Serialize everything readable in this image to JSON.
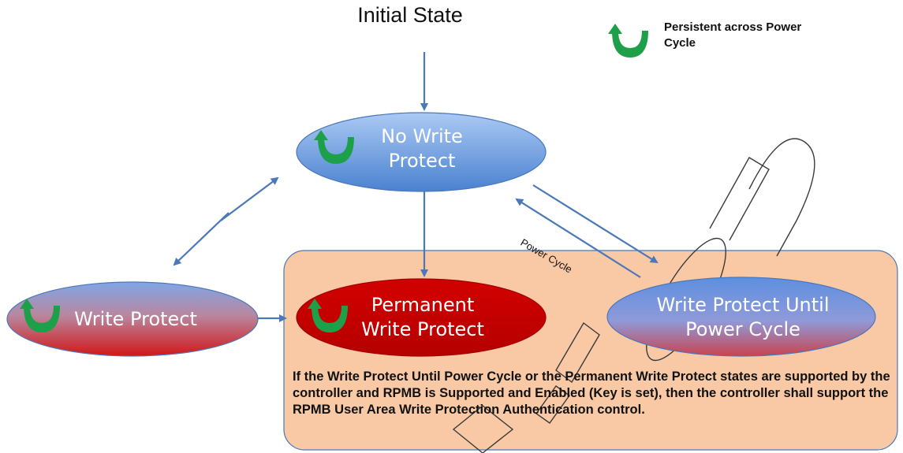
{
  "title": "Initial State",
  "legend": {
    "icon": "green-u-arrow-icon",
    "text": "Persistent across Power Cycle"
  },
  "states": {
    "no_write_protect": "No Write Protect",
    "write_protect": "Write Protect",
    "permanent_write_protect": "Permanent Write Protect",
    "write_protect_until_power_cycle": "Write Protect Until Power Cycle"
  },
  "edge_labels": {
    "power_cycle": "Power Cycle"
  },
  "note": "If the Write Protect Until Power Cycle or the Permanent Write Protect states are supported by the controller and RPMB is Supported and Enabled (Key is set), then the controller shall support the RPMB User Area Write Protection Authentication control.",
  "colors": {
    "blue_top": "#a9c8f3",
    "blue_bottom": "#4d84d1",
    "red": "#c90000",
    "panel": "#f9c9a5",
    "arrow": "#4a78b9",
    "persistent_icon": "#1ea04a"
  }
}
